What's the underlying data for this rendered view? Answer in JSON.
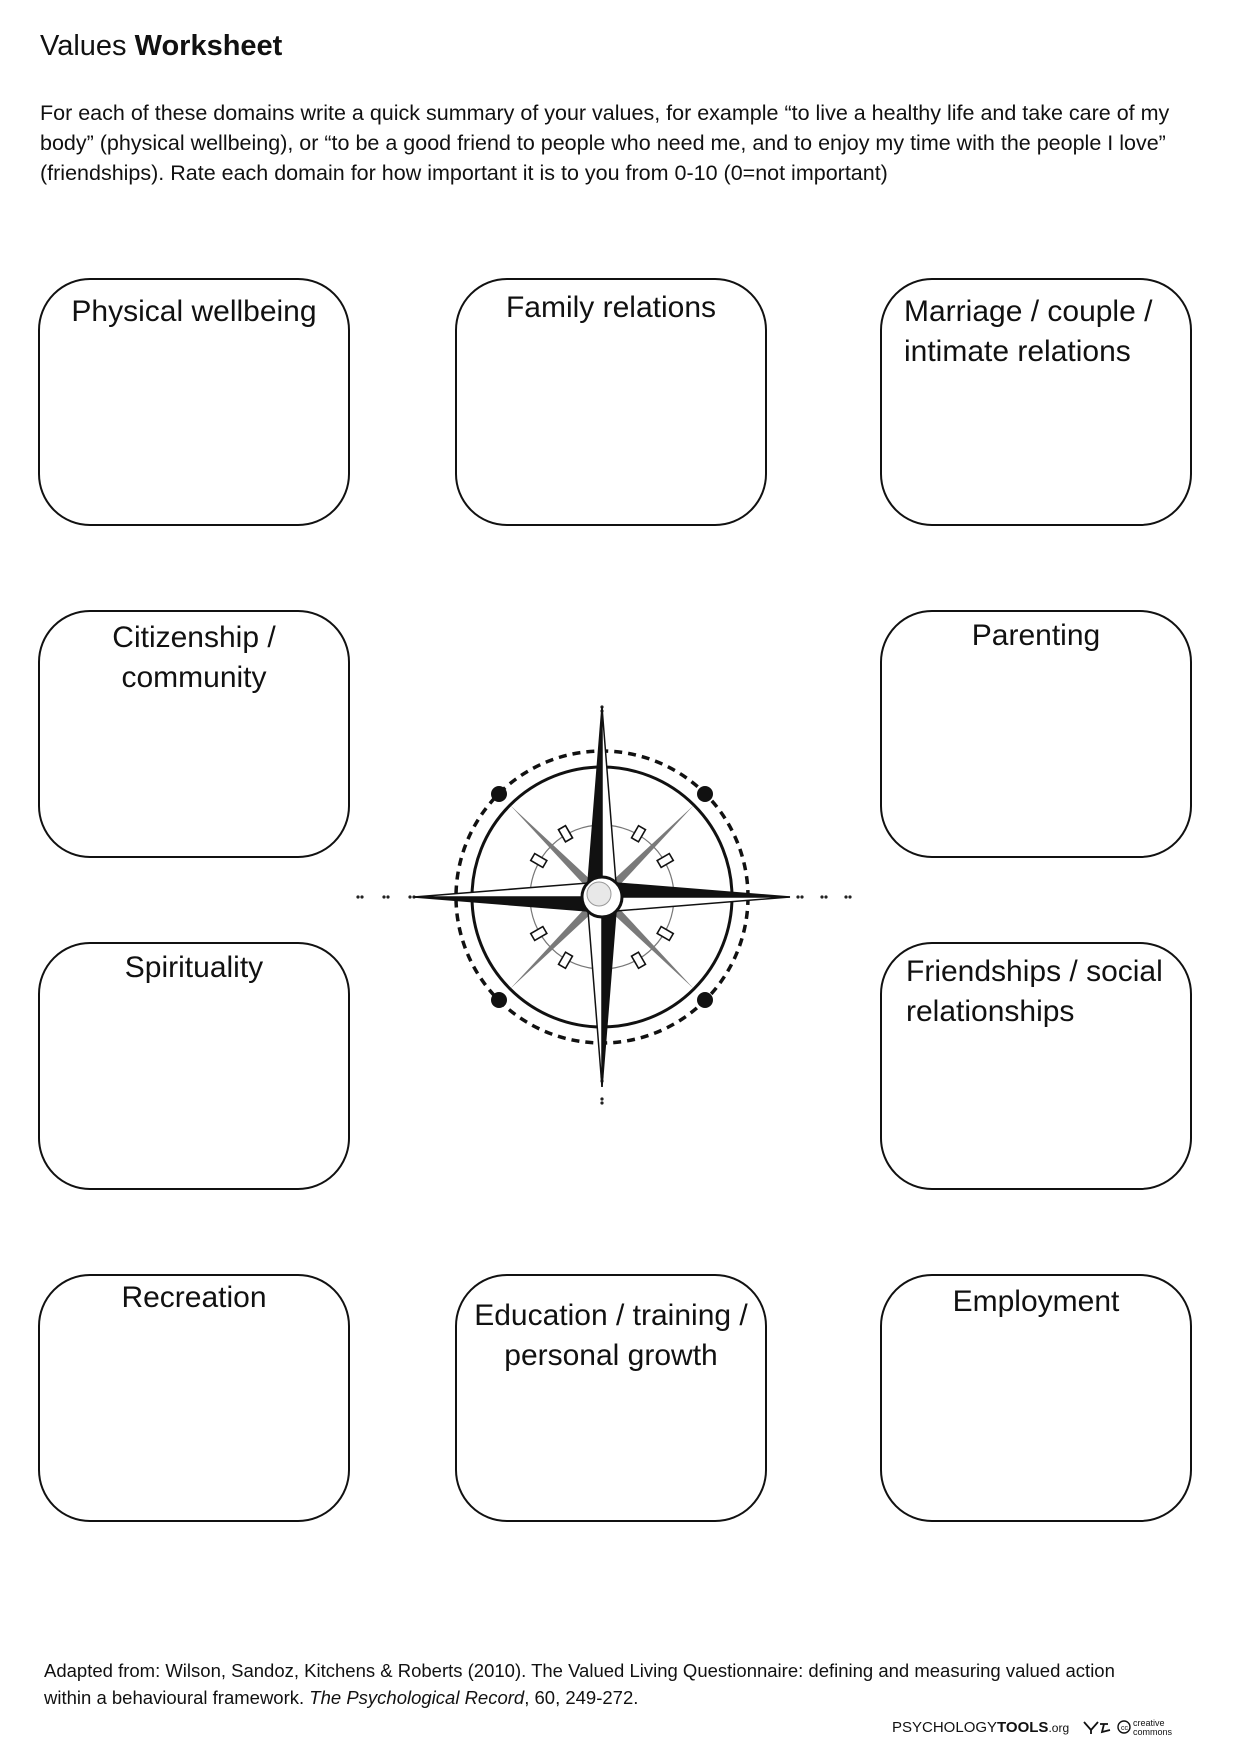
{
  "header": {
    "title_normal": "Values",
    "title_bold": "Worksheet",
    "instructions": "For each of these domains write a quick summary of your values, for example “to live a healthy life and take care of my body” (physical wellbeing), or “to be a good friend to people who need me, and to enjoy my time with the people I love” (friendships). Rate each domain for how important it is to you from 0-10 (0=not important)"
  },
  "domains": {
    "physical": "Physical wellbeing",
    "family": "Family relations",
    "marriage": "Marriage / couple /\nintimate relations",
    "citizenship": "Citizenship /\ncommunity",
    "parenting": "Parenting",
    "spirituality": "Spirituality",
    "friendships": "Friendships / social\nrelationships",
    "recreation": "Recreation",
    "education": "Education / training /\npersonal growth",
    "employment": "Employment"
  },
  "footer": {
    "citation_line1": "Adapted from: Wilson, Sandoz, Kitchens & Roberts (2010). The Valued Living Questionnaire: defining and measuring valued action",
    "citation_line2_prefix": "within a behavioural framework.",
    "journal": "The Psychological Record",
    "citation_line2_suffix": ",  60, 249-272.",
    "brand_normal": "PSYCHOLOGY",
    "brand_bold": "TOOLS",
    "brand_suffix": ".org",
    "cc_text": "creative commons"
  }
}
